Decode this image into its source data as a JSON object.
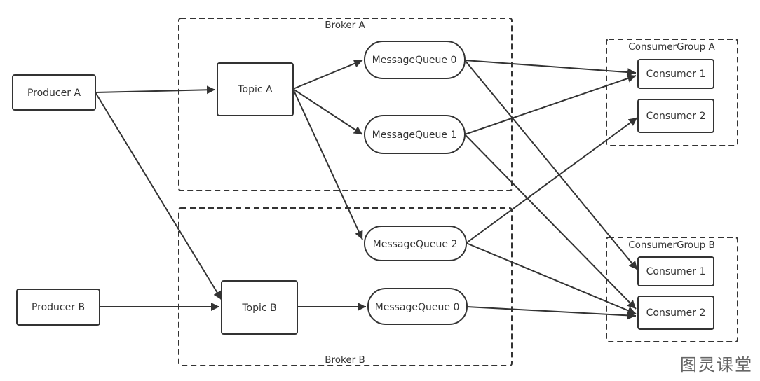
{
  "groups": {
    "broker_a": "Broker A",
    "broker_b": "Broker B",
    "consumer_group_a": "ConsumerGroup A",
    "consumer_group_b": "ConsumerGroup B"
  },
  "nodes": {
    "producer_a": "Producer A",
    "producer_b": "Producer B",
    "topic_a": "Topic A",
    "topic_b": "Topic B",
    "mq_a0": "MessageQueue 0",
    "mq_a1": "MessageQueue 1",
    "mq_a2": "MessageQueue 2",
    "mq_b0": "MessageQueue 0",
    "cg_a_consumer_1": "Consumer 1",
    "cg_a_consumer_2": "Consumer 2",
    "cg_b_consumer_1": "Consumer 1",
    "cg_b_consumer_2": "Consumer 2"
  },
  "edges": [
    [
      "producer_a",
      "topic_a"
    ],
    [
      "producer_a",
      "topic_b"
    ],
    [
      "producer_b",
      "topic_b"
    ],
    [
      "topic_a",
      "mq_a0"
    ],
    [
      "topic_a",
      "mq_a1"
    ],
    [
      "topic_a",
      "mq_a2"
    ],
    [
      "topic_b",
      "mq_b0"
    ],
    [
      "mq_a0",
      "cg_a_consumer_1"
    ],
    [
      "mq_a0",
      "cg_b_consumer_1"
    ],
    [
      "mq_a1",
      "cg_a_consumer_1"
    ],
    [
      "mq_a1",
      "cg_b_consumer_2"
    ],
    [
      "mq_a2",
      "cg_a_consumer_2"
    ],
    [
      "mq_a2",
      "cg_b_consumer_2"
    ],
    [
      "mq_b0",
      "cg_b_consumer_2"
    ]
  ],
  "watermark": "图灵课堂",
  "colors": {
    "stroke": "#333333",
    "text": "#333333",
    "background": "#ffffff"
  }
}
